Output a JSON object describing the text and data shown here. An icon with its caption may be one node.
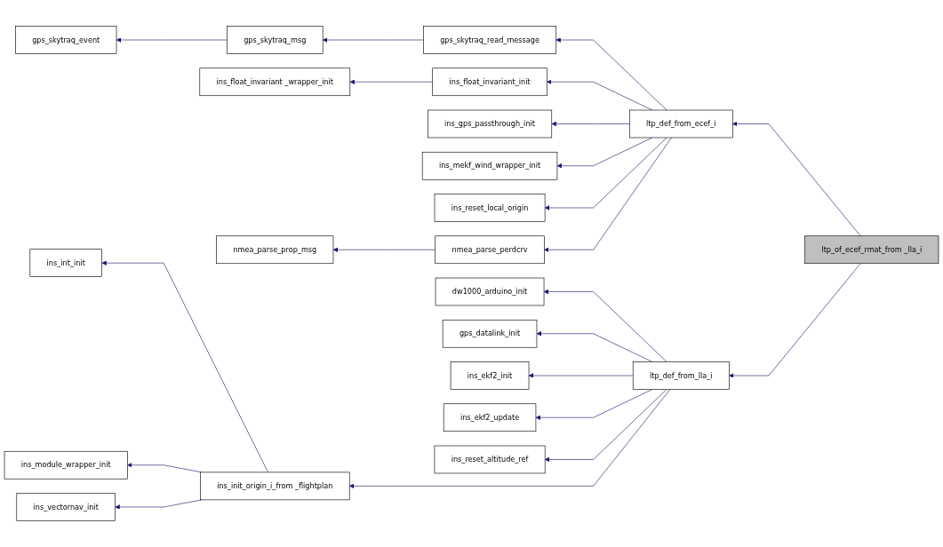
{
  "diagram": {
    "nodes": [
      {
        "text": [
          "gps_skytraq_event"
        ]
      },
      {
        "text": [
          "gps_skytraq_msg"
        ]
      },
      {
        "text": [
          "gps_skytraq_read_message"
        ]
      },
      {
        "text": [
          "ins_float_invariant _wrapper_init"
        ]
      },
      {
        "text": [
          "ins_float_invariant_init"
        ]
      },
      {
        "text": [
          "ins_gps_passthrough_init"
        ]
      },
      {
        "text": [
          "ins_mekf_wind_wrapper_init"
        ]
      },
      {
        "text": [
          "ltp_def_from_ecef_i"
        ]
      },
      {
        "text": [
          "ins_reset_local_origin"
        ]
      },
      {
        "text": [
          "nmea_parse_prop_msg"
        ]
      },
      {
        "text": [
          "nmea_parse_perdcrv"
        ]
      },
      {
        "text": [
          "ltp_of_ecef_rmat_from _lla_i"
        ]
      },
      {
        "text": [
          "dw1000_arduino_init"
        ]
      },
      {
        "text": [
          "gps_datalink_init"
        ]
      },
      {
        "text": [
          "ins_ekf2_init"
        ]
      },
      {
        "text": [
          "ltp_def_from_lla_i"
        ]
      },
      {
        "text": [
          "ins_ekf2_update"
        ]
      },
      {
        "text": [
          "ins_int_init"
        ]
      },
      {
        "text": [
          "ins_init_origin_i_from _flightplan"
        ]
      },
      {
        "text": [
          "ins_module_wrapper_init"
        ]
      },
      {
        "text": [
          "ins_vectornav_init"
        ]
      },
      {
        "text": [
          "ins_reset_altitude_ref"
        ]
      }
    ],
    "edges": [
      {
        "from": 1,
        "to": 0,
        "arrow": "to"
      },
      {
        "from": 2,
        "to": 1,
        "arrow": "to"
      },
      {
        "from": 7,
        "to": 2,
        "arrow": "to"
      },
      {
        "from": 4,
        "to": 3,
        "arrow": "to"
      },
      {
        "from": 7,
        "to": 4,
        "arrow": "to"
      },
      {
        "from": 7,
        "to": 5,
        "arrow": "to"
      },
      {
        "from": 7,
        "to": 6,
        "arrow": "to"
      },
      {
        "from": 7,
        "to": 8,
        "arrow": "to"
      },
      {
        "from": 7,
        "to": 10,
        "arrow": "to"
      },
      {
        "from": 10,
        "to": 9,
        "arrow": "to"
      },
      {
        "from": 11,
        "to": 7,
        "arrow": "to"
      },
      {
        "from": 11,
        "to": 15,
        "arrow": "to"
      },
      {
        "from": 15,
        "to": 12,
        "arrow": "to"
      },
      {
        "from": 15,
        "to": 13,
        "arrow": "to"
      },
      {
        "from": 15,
        "to": 14,
        "arrow": "to"
      },
      {
        "from": 15,
        "to": 16,
        "arrow": "to"
      },
      {
        "from": 15,
        "to": 18,
        "arrow": "to"
      },
      {
        "from": 15,
        "to": 21,
        "arrow": "to"
      },
      {
        "from": 18,
        "to": 17,
        "arrow": "to"
      },
      {
        "from": 18,
        "to": 19,
        "arrow": "to"
      },
      {
        "from": 18,
        "to": 20,
        "arrow": "to"
      }
    ]
  }
}
